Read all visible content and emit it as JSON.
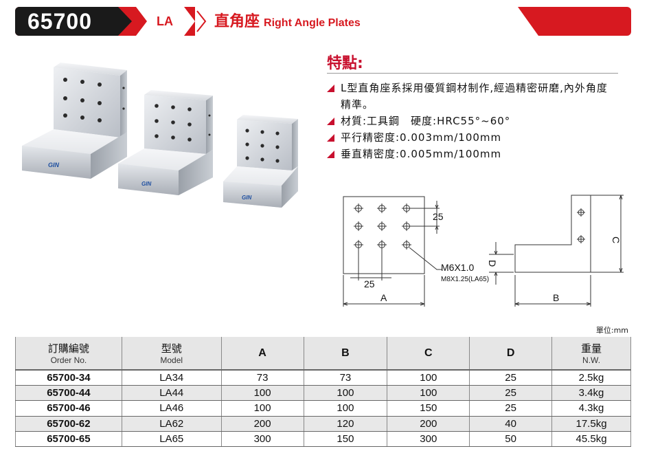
{
  "header": {
    "code": "65700",
    "series": "LA",
    "title_cn": "直角座",
    "title_en": "Right Angle Plates"
  },
  "features": {
    "heading": "特點:",
    "items": [
      "L型直角座系採用優質鋼材制作,經過精密研磨,內外角度精準。",
      "材質:工具鋼　硬度:HRC55°~60°",
      "平行精密度:0.003mm/100mm",
      "垂直精密度:0.005mm/100mm"
    ]
  },
  "photo": {
    "brand": "GIN"
  },
  "drawing": {
    "hole_pitch_v": "25",
    "hole_pitch_h": "25",
    "dim_a": "A",
    "dim_b": "B",
    "dim_c": "C",
    "dim_d": "D",
    "thread": "M6X1.0",
    "thread_alt": "M8X1.25(LA65)"
  },
  "unit": "單位:mm",
  "table": {
    "headers": [
      {
        "cn": "訂購編號",
        "en": "Order No."
      },
      {
        "cn": "型號",
        "en": "Model"
      },
      {
        "cn": "A",
        "en": ""
      },
      {
        "cn": "B",
        "en": ""
      },
      {
        "cn": "C",
        "en": ""
      },
      {
        "cn": "D",
        "en": ""
      },
      {
        "cn": "重量",
        "en": "N.W."
      }
    ],
    "rows": [
      [
        "65700-34",
        "LA34",
        "73",
        "73",
        "100",
        "25",
        "2.5kg"
      ],
      [
        "65700-44",
        "LA44",
        "100",
        "100",
        "100",
        "25",
        "3.4kg"
      ],
      [
        "65700-46",
        "LA46",
        "100",
        "100",
        "150",
        "25",
        "4.3kg"
      ],
      [
        "65700-62",
        "LA62",
        "200",
        "120",
        "200",
        "40",
        "17.5kg"
      ],
      [
        "65700-65",
        "LA65",
        "300",
        "150",
        "300",
        "50",
        "45.5kg"
      ]
    ]
  },
  "colors": {
    "brand_red": "#d71920",
    "header_dark": "#1a1a1a",
    "table_header": "#e6e6e6"
  }
}
